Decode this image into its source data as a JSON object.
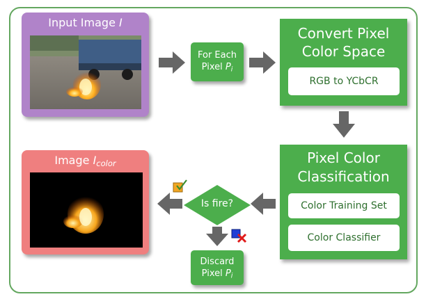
{
  "input_box": {
    "title": "Input Image",
    "var": "I"
  },
  "for_each": {
    "line1": "For Each",
    "line2": "Pixel",
    "var": "P",
    "sub": "i"
  },
  "convert": {
    "title_line1": "Convert Pixel",
    "title_line2": "Color Space",
    "button": "RGB to YCbCR"
  },
  "classification": {
    "title_line1": "Pixel Color",
    "title_line2": "Classification",
    "button1": "Color Training Set",
    "button2": "Color Classifier"
  },
  "decision": {
    "label": "Is fire?"
  },
  "discard": {
    "line1": "Discard",
    "line2": "Pixel",
    "var": "P",
    "sub": "i"
  },
  "output_box": {
    "title": "Image",
    "var": "I",
    "sub": "color"
  },
  "icons": {
    "accept": "checkmark-icon",
    "reject": "red-x-icon"
  },
  "colors": {
    "green": "#4cae4c",
    "frame": "#63a75f",
    "arrow": "#666666",
    "purple": "#b083c9",
    "salmon": "#ef7f7f"
  }
}
